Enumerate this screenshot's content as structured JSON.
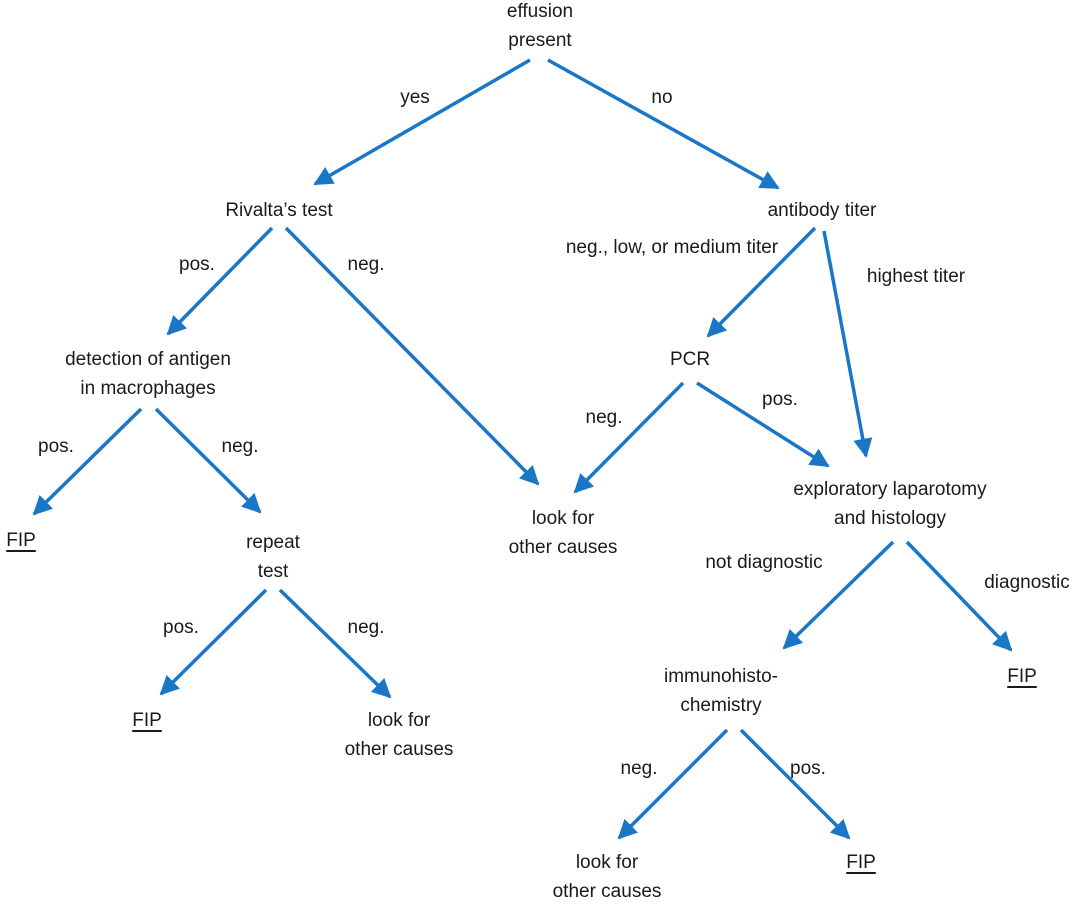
{
  "colors": {
    "arrow": "#1a77c8",
    "text": "#1a1a1a"
  },
  "nodes": {
    "effusion": [
      "effusion",
      "present"
    ],
    "rivalta": [
      "Rivalta’s test"
    ],
    "antibody": [
      "antibody titer"
    ],
    "detection": [
      "detection of antigen",
      "in macrophages"
    ],
    "pcr": [
      "PCR"
    ],
    "fip1": [
      "FIP"
    ],
    "repeat": [
      "repeat",
      "test"
    ],
    "look1": [
      "look for",
      "other causes"
    ],
    "laparotomy": [
      "exploratory laparotomy",
      "and histology"
    ],
    "fip2": [
      "FIP"
    ],
    "look2": [
      "look for",
      "other causes"
    ],
    "immuno": [
      "immunohisto-",
      "chemistry"
    ],
    "fip3": [
      "FIP"
    ],
    "look3": [
      "look for",
      "other causes"
    ],
    "fip4": [
      "FIP"
    ]
  },
  "edges": {
    "yes": [
      "yes"
    ],
    "no": [
      "no"
    ],
    "rivalta_pos": [
      "pos."
    ],
    "rivalta_neg": [
      "neg."
    ],
    "titer_low": [
      "neg., low, or",
      "medium titer"
    ],
    "titer_high": [
      "highest titer"
    ],
    "detection_pos": [
      "pos."
    ],
    "detection_neg": [
      "neg."
    ],
    "pcr_neg": [
      "neg."
    ],
    "pcr_pos": [
      "pos."
    ],
    "repeat_pos": [
      "pos."
    ],
    "repeat_neg": [
      "neg."
    ],
    "not_diag": [
      "not",
      "diagnostic"
    ],
    "diag": [
      "diagnostic"
    ],
    "immuno_neg": [
      "neg."
    ],
    "immuno_pos": [
      "pos."
    ]
  }
}
